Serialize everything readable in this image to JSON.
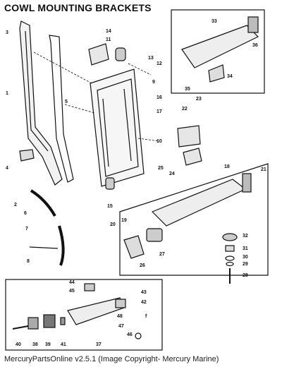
{
  "title": "COWL MOUNTING BRACKETS",
  "footer": "MercuryPartsOnline v2.5.1 (Image Copyright- Mercury Marine)",
  "colors": {
    "ink": "#111111",
    "paper": "#ffffff",
    "shade": "#555555"
  },
  "callouts": [
    "1",
    "2",
    "3",
    "4",
    "5",
    "6",
    "7",
    "8",
    "9",
    "10",
    "11",
    "12",
    "13",
    "14",
    "15",
    "16",
    "17",
    "18",
    "19",
    "20",
    "21",
    "22",
    "23",
    "24",
    "25",
    "26",
    "27",
    "28",
    "29",
    "30",
    "31",
    "32",
    "33",
    "34",
    "35",
    "36",
    "37",
    "38",
    "39",
    "40",
    "41",
    "42",
    "43",
    "44",
    "45",
    "46",
    "47",
    "48"
  ],
  "footer_callout_f": "f"
}
